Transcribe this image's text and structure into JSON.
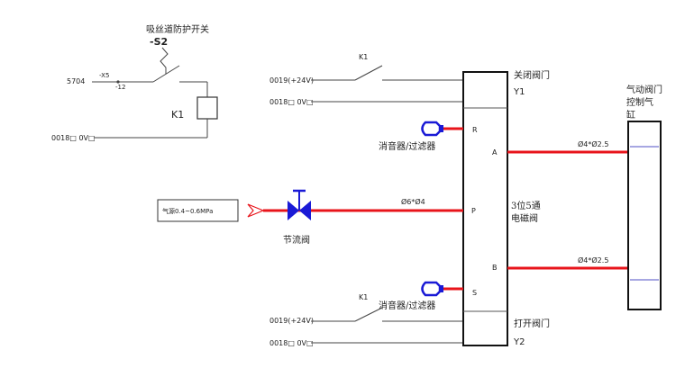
{
  "switch_circuit": {
    "switch_title": "吸丝道防护开关",
    "switch_tag": "-S2",
    "wire_5704": "5704",
    "terminal_x5": "-X5",
    "terminal_12": "-12",
    "relay_label": "K1",
    "wire_0018": "0018□ 0V□"
  },
  "close_circuit": {
    "k1_label": "K1",
    "supply_label": "0019(+24V)",
    "zero_label": "0018□ 0V□",
    "action_label": "关闭阀门",
    "coil_label": "Y1"
  },
  "open_circuit": {
    "k1_label": "K1",
    "supply_label": "0019(+24V)",
    "zero_label": "0018□ 0V□",
    "action_label": "打开阀门",
    "coil_label": "Y2"
  },
  "valve": {
    "port_r": "R",
    "port_a": "A",
    "port_p": "P",
    "port_b": "B",
    "port_s": "S",
    "name_line1": "3位5通",
    "name_line2": "电磁阀"
  },
  "pneumatics": {
    "air_source": "气源0.4~0.6MPa",
    "throttle_label": "节流阀",
    "main_pipe": "Ø6*Ø4",
    "pipe_a": "Ø4*Ø2.5",
    "pipe_b": "Ø4*Ø2.5",
    "muffler_top": "消音器/过滤器",
    "muffler_bottom": "消音器/过滤器"
  },
  "cylinder": {
    "line1": "气动阀门",
    "line2": "控制气",
    "line3": "缸"
  },
  "colors": {
    "pipe": "#e8141b",
    "muffler": "#1a1ad6",
    "cylinder_band": "#8a8ad8",
    "wire": "#444444"
  }
}
